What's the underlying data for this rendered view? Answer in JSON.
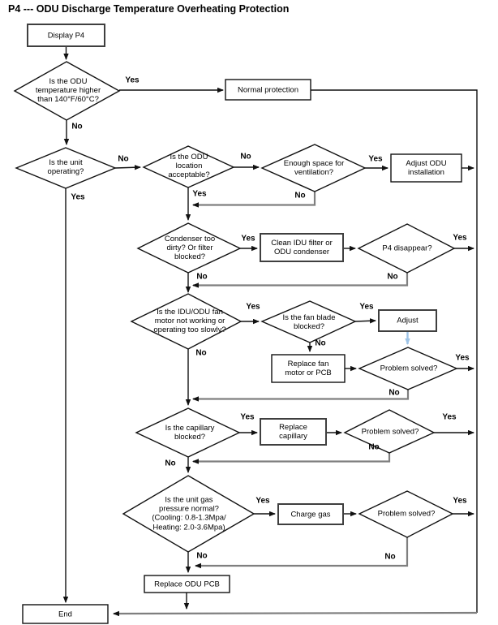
{
  "title": "P4 --- ODU Discharge Temperature Overheating Protection",
  "labels": {
    "yes": "Yes",
    "no": "No"
  },
  "colors": {
    "line": "#111111",
    "return_line": "#7f7f7f",
    "adjust_arrow": "#9dc3e6",
    "background": "#ffffff",
    "text": "#000000"
  },
  "nodes": {
    "display_p4": {
      "type": "process",
      "label": "Display P4"
    },
    "odu_temp": {
      "type": "decision",
      "label": "Is the ODU\ntemperature higher\nthan 140°F/60°C?"
    },
    "normal_protection": {
      "type": "process",
      "label": "Normal protection"
    },
    "unit_operating": {
      "type": "decision",
      "label": "Is the unit\noperating?"
    },
    "odu_location": {
      "type": "decision",
      "label": "Is the ODU\nlocation\nacceptable?"
    },
    "enough_space": {
      "type": "decision",
      "label": "Enough space for\nventilation?"
    },
    "adjust_installation": {
      "type": "process",
      "label": "Adjust ODU\ninstallation"
    },
    "condenser_dirty": {
      "type": "decision",
      "label": "Condenser too\ndirty? Or filter\nblocked?"
    },
    "clean_filter": {
      "type": "process",
      "label": "Clean IDU filter or\nODU condenser"
    },
    "p4_disappear": {
      "type": "decision",
      "label": "P4 disappear?"
    },
    "fan_motor": {
      "type": "decision",
      "label": "Is the IDU/ODU fan\nmotor not working or\noperating too slowly?"
    },
    "fan_blade": {
      "type": "decision",
      "label": "Is the fan blade\nblocked?"
    },
    "adjust": {
      "type": "process",
      "label": "Adjust"
    },
    "replace_fan_motor": {
      "type": "process",
      "label": "Replace fan\nmotor or PCB"
    },
    "problem_solved_fan": {
      "type": "decision",
      "label": "Problem solved?"
    },
    "capillary_blocked": {
      "type": "decision",
      "label": "Is the capillary\nblocked?"
    },
    "replace_capillary": {
      "type": "process",
      "label": "Replace\ncapillary"
    },
    "problem_solved_capillary": {
      "type": "decision",
      "label": "Problem solved?"
    },
    "gas_pressure": {
      "type": "decision",
      "label": "Is the unit gas\npressure normal?\n(Cooling: 0.8-1.3Mpa/\nHeating: 2.0-3.6Mpa)"
    },
    "charge_gas": {
      "type": "process",
      "label": "Charge gas"
    },
    "problem_solved_gas": {
      "type": "decision",
      "label": "Problem solved?"
    },
    "replace_odu_pcb": {
      "type": "process",
      "label": "Replace ODU PCB"
    },
    "end": {
      "type": "terminator",
      "label": "End"
    }
  },
  "edges": [
    {
      "from": "display_p4",
      "to": "odu_temp",
      "label": ""
    },
    {
      "from": "odu_temp",
      "to": "normal_protection",
      "label": "Yes"
    },
    {
      "from": "odu_temp",
      "to": "unit_operating",
      "label": "No"
    },
    {
      "from": "normal_protection",
      "to": "end",
      "label": ""
    },
    {
      "from": "unit_operating",
      "to": "odu_location",
      "label": "No"
    },
    {
      "from": "unit_operating",
      "to": "end",
      "label": "Yes"
    },
    {
      "from": "odu_location",
      "to": "enough_space",
      "label": "No"
    },
    {
      "from": "odu_location",
      "to": "condenser_dirty",
      "label": "Yes"
    },
    {
      "from": "enough_space",
      "to": "adjust_installation",
      "label": "Yes"
    },
    {
      "from": "enough_space",
      "to": "condenser_dirty",
      "label": "No"
    },
    {
      "from": "adjust_installation",
      "to": "end",
      "label": ""
    },
    {
      "from": "condenser_dirty",
      "to": "clean_filter",
      "label": "Yes"
    },
    {
      "from": "condenser_dirty",
      "to": "fan_motor",
      "label": "No"
    },
    {
      "from": "clean_filter",
      "to": "p4_disappear",
      "label": ""
    },
    {
      "from": "p4_disappear",
      "to": "end",
      "label": "Yes"
    },
    {
      "from": "p4_disappear",
      "to": "fan_motor",
      "label": "No"
    },
    {
      "from": "fan_motor",
      "to": "fan_blade",
      "label": "Yes"
    },
    {
      "from": "fan_motor",
      "to": "capillary_blocked",
      "label": "No"
    },
    {
      "from": "fan_blade",
      "to": "adjust",
      "label": "Yes"
    },
    {
      "from": "fan_blade",
      "to": "replace_fan_motor",
      "label": "No"
    },
    {
      "from": "adjust",
      "to": "problem_solved_fan",
      "label": ""
    },
    {
      "from": "replace_fan_motor",
      "to": "problem_solved_fan",
      "label": ""
    },
    {
      "from": "problem_solved_fan",
      "to": "end",
      "label": "Yes"
    },
    {
      "from": "problem_solved_fan",
      "to": "capillary_blocked",
      "label": "No"
    },
    {
      "from": "capillary_blocked",
      "to": "replace_capillary",
      "label": "Yes"
    },
    {
      "from": "capillary_blocked",
      "to": "gas_pressure",
      "label": "No"
    },
    {
      "from": "replace_capillary",
      "to": "problem_solved_capillary",
      "label": ""
    },
    {
      "from": "problem_solved_capillary",
      "to": "end",
      "label": "Yes"
    },
    {
      "from": "problem_solved_capillary",
      "to": "gas_pressure",
      "label": "No"
    },
    {
      "from": "gas_pressure",
      "to": "charge_gas",
      "label": "Yes"
    },
    {
      "from": "gas_pressure",
      "to": "replace_odu_pcb",
      "label": "No"
    },
    {
      "from": "charge_gas",
      "to": "problem_solved_gas",
      "label": ""
    },
    {
      "from": "problem_solved_gas",
      "to": "end",
      "label": "Yes"
    },
    {
      "from": "problem_solved_gas",
      "to": "replace_odu_pcb",
      "label": "No"
    },
    {
      "from": "replace_odu_pcb",
      "to": "end",
      "label": ""
    }
  ]
}
